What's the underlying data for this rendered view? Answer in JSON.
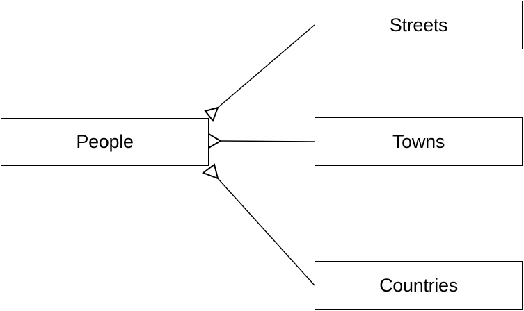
{
  "diagram": {
    "background_color": "#ffffff",
    "stroke_color": "#000000",
    "text_color": "#000000",
    "node_fill_color": "#ffffff",
    "nodes": [
      {
        "id": "people",
        "label": "People"
      },
      {
        "id": "streets",
        "label": "Streets"
      },
      {
        "id": "towns",
        "label": "Towns"
      },
      {
        "id": "countries",
        "label": "Countries"
      }
    ],
    "edges": [
      {
        "from": "streets",
        "to": "people",
        "arrowhead": "hollow-triangle",
        "arrowhead_at": "people-end"
      },
      {
        "from": "towns",
        "to": "people",
        "arrowhead": "hollow-triangle",
        "arrowhead_at": "people-end"
      },
      {
        "from": "countries",
        "to": "people",
        "arrowhead": "hollow-triangle",
        "arrowhead_at": "people-end"
      }
    ]
  }
}
